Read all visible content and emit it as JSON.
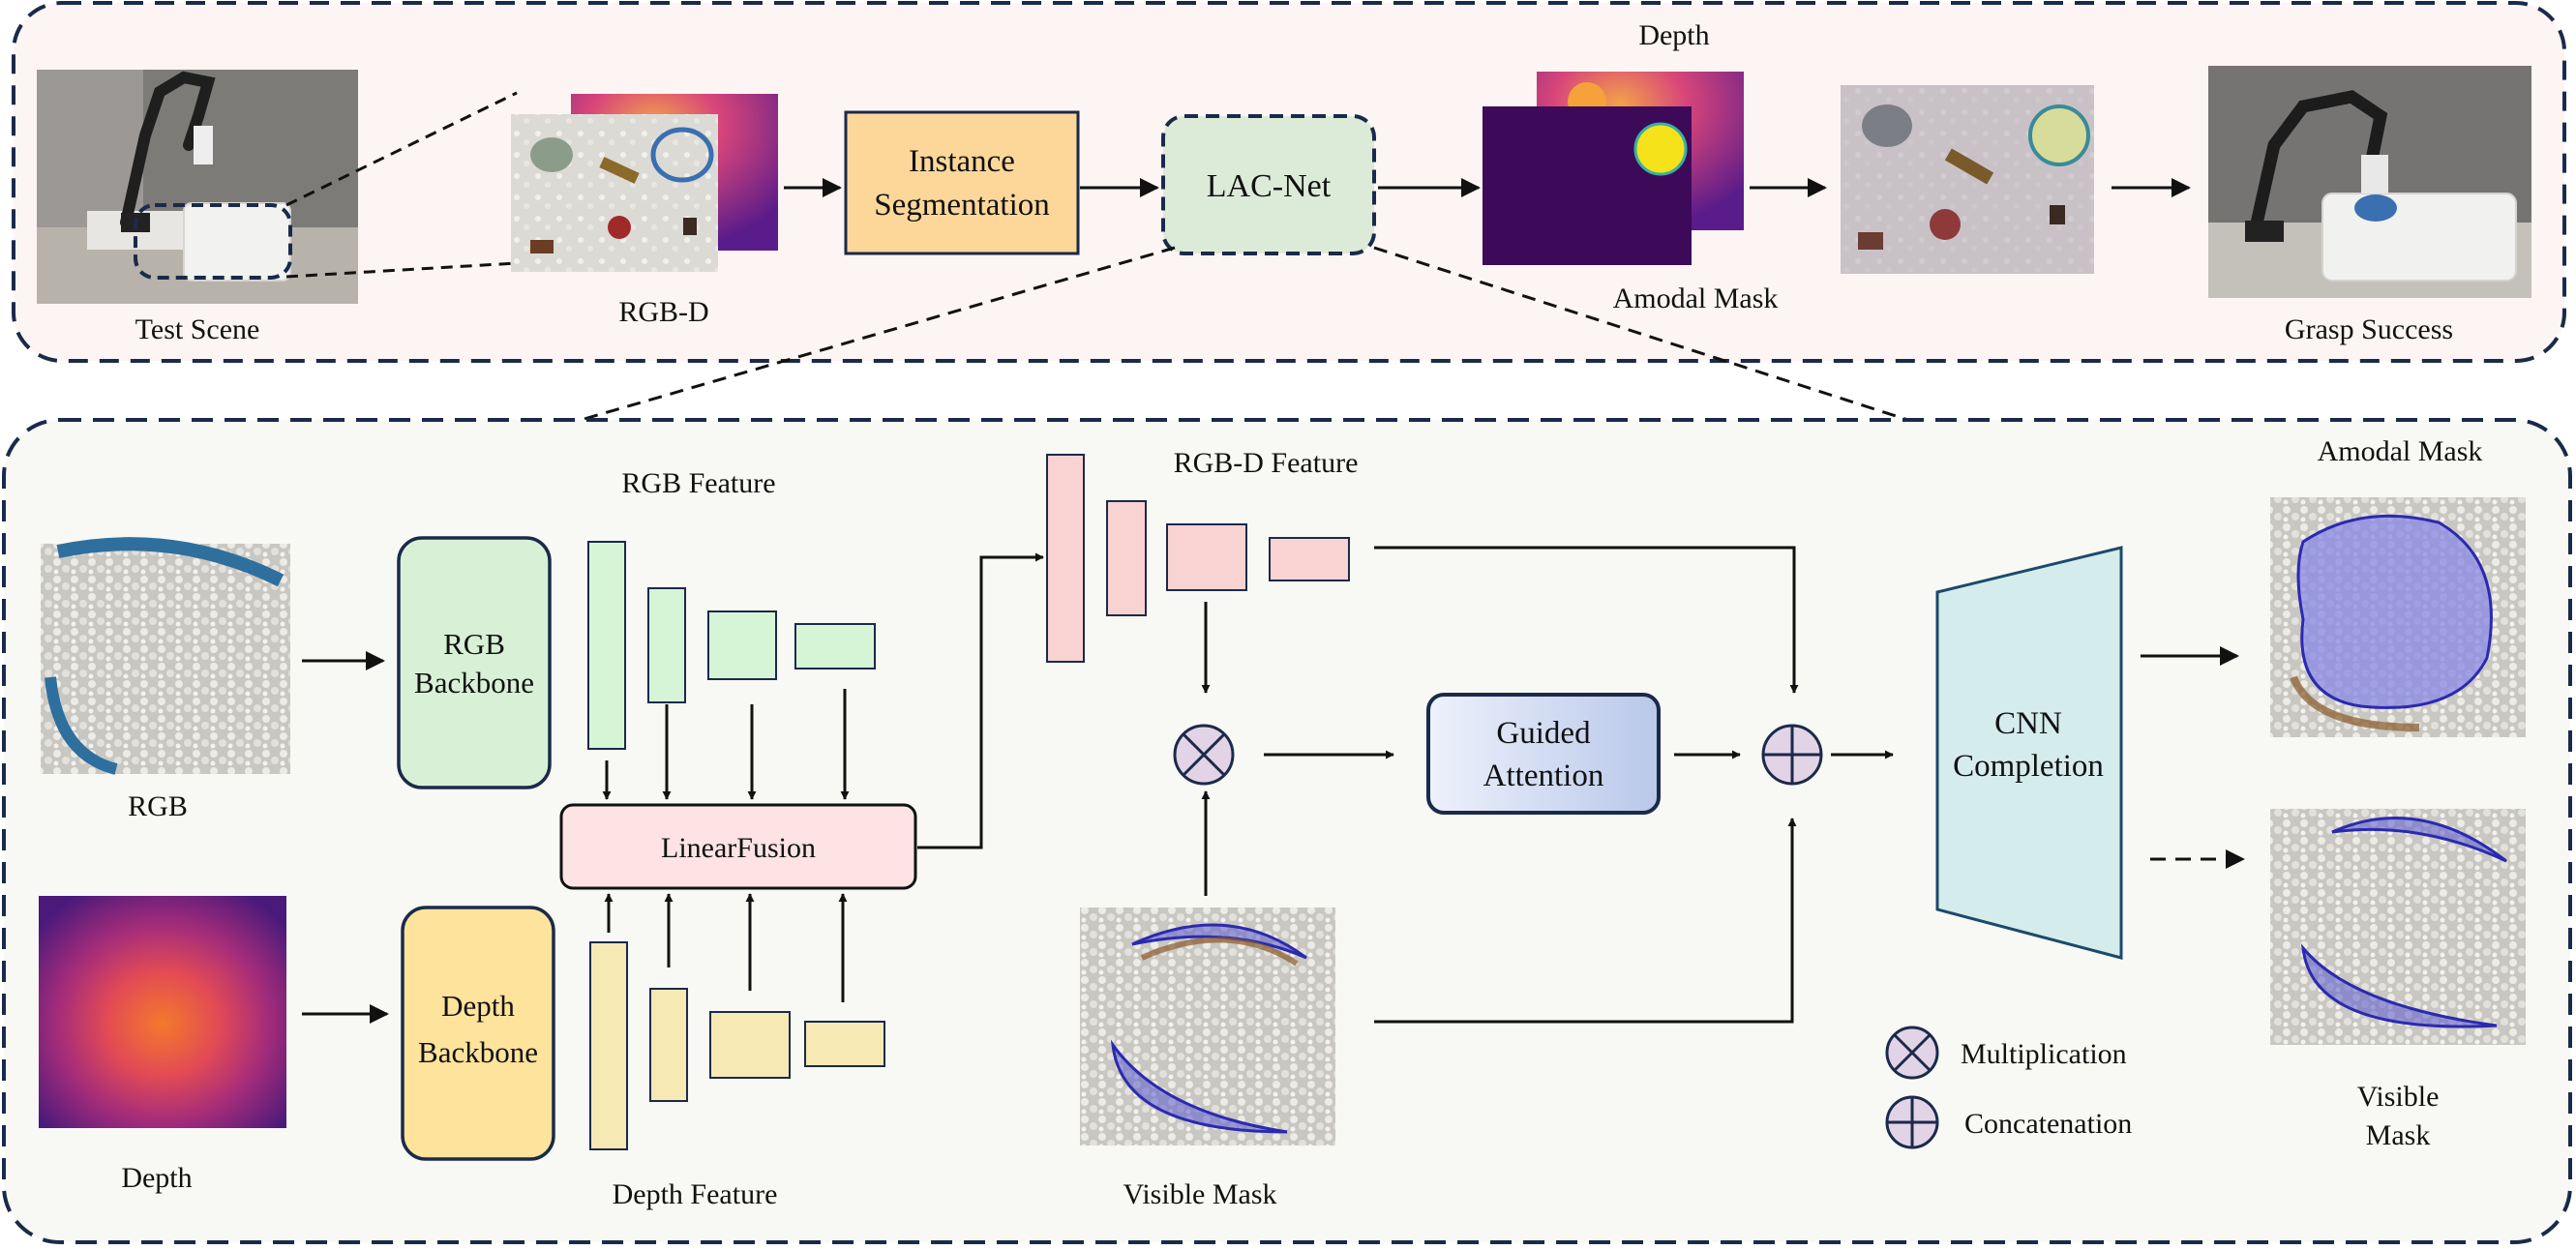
{
  "top_panel": {
    "test_scene_label": "Test Scene",
    "rgbd_label": "RGB-D",
    "depth_label": "Depth",
    "instance_seg_line1": "Instance",
    "instance_seg_line2": "Segmentation",
    "lacnet_label": "LAC-Net",
    "amodal_mask_label": "Amodal Mask",
    "grasp_success_label": "Grasp Success"
  },
  "bottom_panel": {
    "rgb_label": "RGB",
    "depth_label": "Depth",
    "rgb_backbone_line1": "RGB",
    "rgb_backbone_line2": "Backbone",
    "depth_backbone_line1": "Depth",
    "depth_backbone_line2": "Backbone",
    "rgb_feature_label": "RGB Feature",
    "depth_feature_label": "Depth Feature",
    "linear_fusion_label": "LinearFusion",
    "rgbd_feature_label": "RGB-D Feature",
    "guided_attention_line1": "Guided",
    "guided_attention_line2": "Attention",
    "visible_mask_label": "Visible Mask",
    "cnn_line1": "CNN",
    "cnn_line2": "Completion",
    "amodal_mask_label": "Amodal Mask",
    "visible_mask_out_line1": "Visible",
    "visible_mask_out_line2": "Mask",
    "legend_multiplication": "Multiplication",
    "legend_concatenation": "Concatenation"
  },
  "colors": {
    "panel_border": "#1b2a4a",
    "top_panel_fill": "#fcf5f3",
    "bottom_panel_fill": "#f8f8f4",
    "instance_seg_fill": "#fdd79a",
    "lacnet_fill": "#dcebd8",
    "rgb_backbone_fill": "#d8f1d6",
    "depth_backbone_fill": "#fde39c",
    "rgb_feature_fill": "#d6f5d7",
    "depth_feature_fill": "#f7e9b4",
    "linear_fusion_fill": "#fde3e3",
    "rgbd_feature_fill": "#f9d2d2",
    "cnn_fill": "#d5ecec",
    "op_fill": "#e2d3e6"
  }
}
